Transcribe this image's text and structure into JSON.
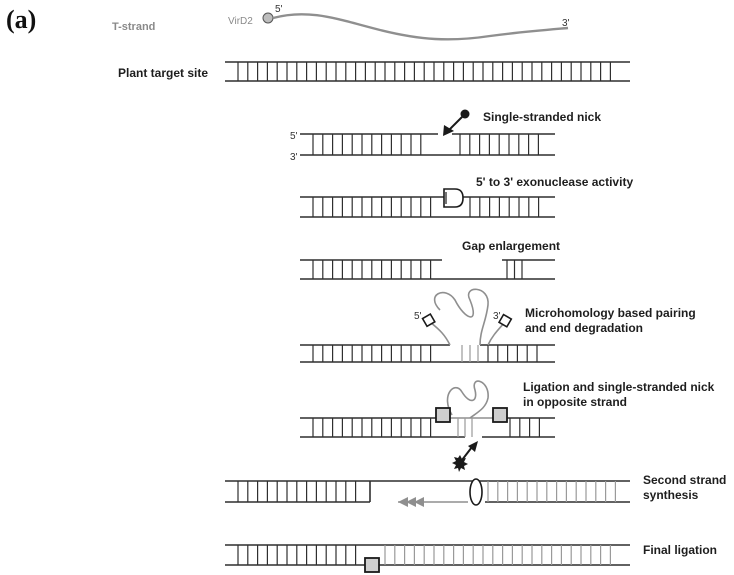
{
  "panel_label": "(a)",
  "tstrand": {
    "label": "T-strand",
    "protein": "VirD2",
    "end5": "5'",
    "end3": "3'"
  },
  "steps": {
    "target": "Plant target site",
    "nick": "Single-stranded nick",
    "exo": "5' to 3' exonuclease activity",
    "gap": "Gap enlargement",
    "micro1": "Microhomology based pairing",
    "micro2": "and end degradation",
    "lig1": "Ligation and single-stranded nick",
    "lig2": "in opposite strand",
    "second1": "Second strand",
    "second2": "synthesis",
    "final": "Final ligation"
  },
  "strand_marks": {
    "five": "5'",
    "three": "3'"
  },
  "colors": {
    "strand": "#2f2f2f",
    "tstrand": "#8f8f8f",
    "text": "#1e1e1e"
  }
}
